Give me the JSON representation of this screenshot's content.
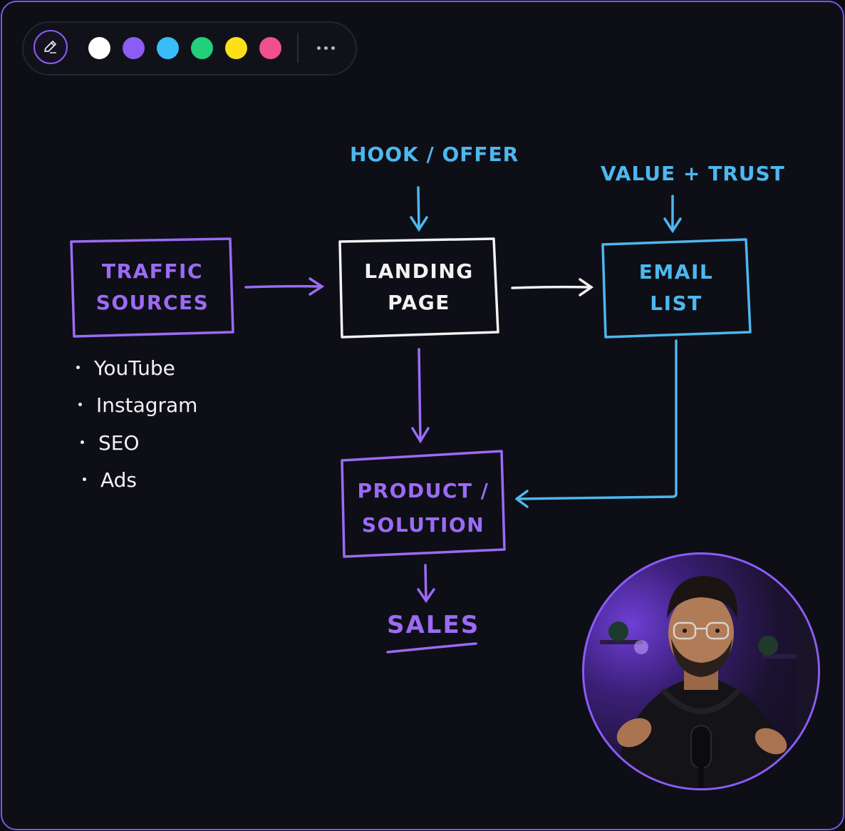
{
  "toolbar": {
    "pen_tool": "pencil-icon",
    "swatches": [
      {
        "name": "white",
        "color": "#ffffff"
      },
      {
        "name": "purple",
        "color": "#8b5cf6"
      },
      {
        "name": "blue",
        "color": "#38bdf8"
      },
      {
        "name": "green",
        "color": "#22d07a"
      },
      {
        "name": "yellow",
        "color": "#fde018"
      },
      {
        "name": "pink",
        "color": "#f0508c"
      }
    ],
    "more_menu": "more-horizontal-icon"
  },
  "colors": {
    "purple": "#9b6bf5",
    "blue": "#4cb8ee",
    "white": "#f2f2f2",
    "border": "#7c55f0"
  },
  "diagram": {
    "hook_label": "HOOK / OFFER",
    "value_label": "VALUE + TRUST",
    "traffic_line1": "TRAFFIC",
    "traffic_line2": "SOURCES",
    "landing_line1": "LANDING",
    "landing_line2": "PAGE",
    "email_line1": "EMAIL",
    "email_line2": "LIST",
    "product_line1": "PRODUCT /",
    "product_line2": "SOLUTION",
    "sales_label": "SALES",
    "traffic_list": [
      "YouTube",
      "Instagram",
      "SEO",
      "Ads"
    ]
  },
  "presenter": {
    "description_icon": "presenter-video"
  }
}
